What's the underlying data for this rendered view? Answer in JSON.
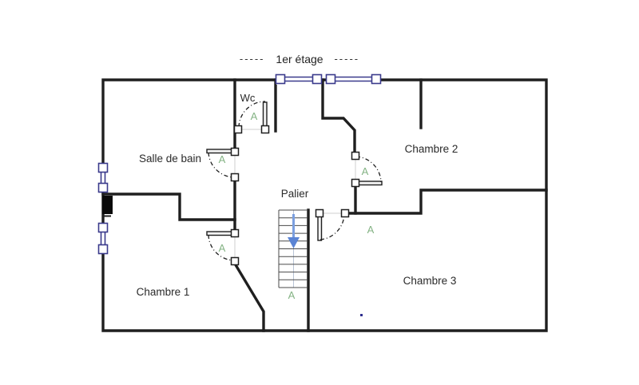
{
  "title": {
    "text": "1er étage",
    "dash": "-----"
  },
  "plan": {
    "door_marker": "A",
    "rooms": {
      "wc": "Wc",
      "salle_de_bain": "Salle de bain",
      "palier": "Palier",
      "chambre_1": "Chambre 1",
      "chambre_2": "Chambre 2",
      "chambre_3": "Chambre 3"
    },
    "colors": {
      "wall": "#1f1f1f",
      "window": "#3a3a8c",
      "door_marker_green": "#84b384",
      "stair_arrow_blue": "#5b84d4"
    }
  }
}
